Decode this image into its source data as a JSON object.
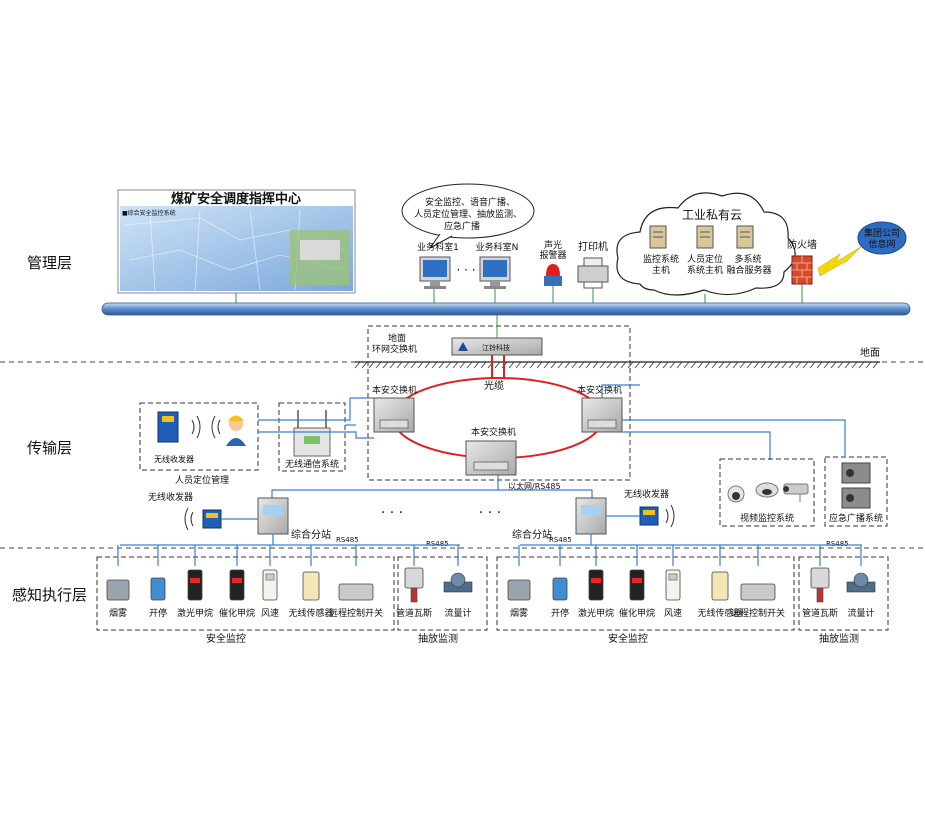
{
  "layers": {
    "management": "管理层",
    "transport": "传输层",
    "perception": "感知执行层"
  },
  "ground_label": "地面",
  "command_center": {
    "title": "煤矿安全调度指挥中心",
    "screen_caption": "■综合安全监控系统"
  },
  "bubble": {
    "line1": "安全监控、语音广播、",
    "line2": "人员定位管理、抽放监测、",
    "line3": "应急广播"
  },
  "workstations": {
    "ws1": "业务科室1",
    "dots": "· · ·",
    "wsn": "业务科室N"
  },
  "alarm": {
    "line1": "声光",
    "line2": "报警器"
  },
  "printer": "打印机",
  "cloud": {
    "title": "工业私有云",
    "s1_line1": "监控系统",
    "s1_line2": "主机",
    "s2_line1": "人员定位",
    "s2_line2": "系统主机",
    "s3_line1": "多系统",
    "s3_line2": "融合服务器"
  },
  "firewall": "防火墙",
  "group_net": {
    "line1": "集团公司",
    "line2": "信息网"
  },
  "ring_switch": {
    "line1": "地面",
    "line2": "环网交换机",
    "brand": "江铃科技"
  },
  "fiber": "光缆",
  "switches": {
    "left": "本安交换机",
    "right": "本安交换机",
    "bottom": "本安交换机"
  },
  "ethernet": "以太网/RS485",
  "personnel": {
    "receiver": "无线收发器",
    "title": "人员定位管理"
  },
  "wireless_comm": "无线通信系统",
  "video": "视频监控系统",
  "broadcast": "应急广播系统",
  "substation_left": {
    "receiver": "无线收发器",
    "name": "综合分站",
    "bus": "RS485"
  },
  "substation_right": {
    "receiver": "无线收发器",
    "name": "综合分站",
    "bus": "RS485"
  },
  "ellipsis": "· · ·",
  "rs485_drain": "RS485",
  "sensors": [
    "烟雾",
    "开停",
    "激光甲烷",
    "催化甲烷",
    "风速",
    "无线传感器",
    "远程控制开关"
  ],
  "drain_sensors": [
    "管道瓦斯",
    "流量计"
  ],
  "group_safety": "安全监控",
  "group_drain": "抽放监测",
  "colors": {
    "bus": "#4a78b6",
    "ring": "#e02020",
    "drop": "#3a7fcf",
    "green": "#2c9a3c"
  }
}
